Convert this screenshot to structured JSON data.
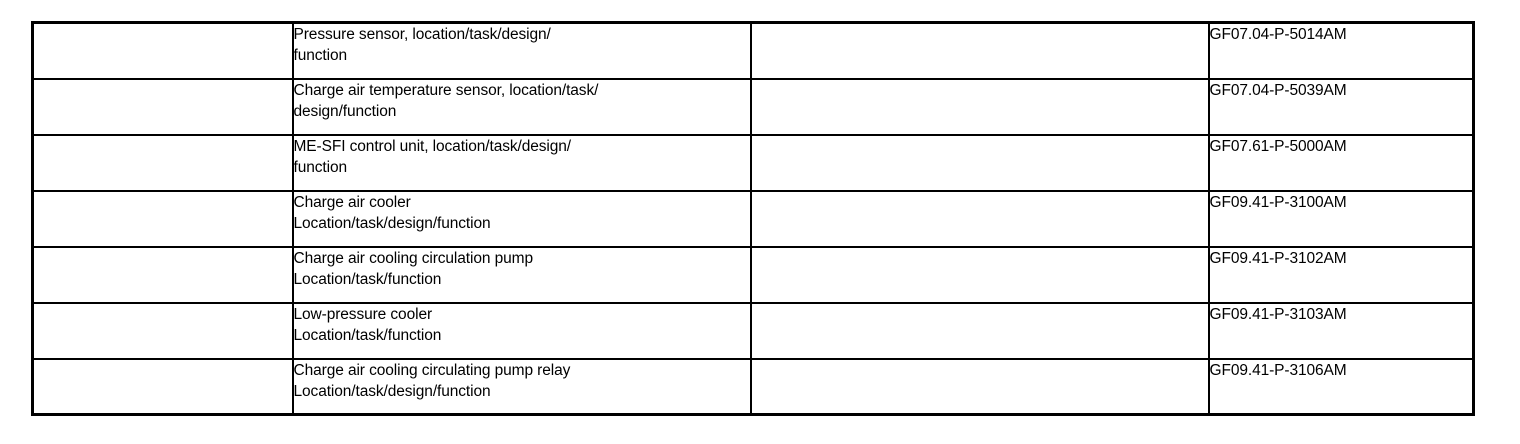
{
  "document": {
    "type": "reference-table",
    "background_color": "#ffffff",
    "text_color": "#000000",
    "border_color": "#000000"
  },
  "table": {
    "column_count": 4,
    "row_count": 7,
    "columns": [
      {
        "key": "index",
        "label": "",
        "content": "empty"
      },
      {
        "key": "description",
        "label": "",
        "content": "text"
      },
      {
        "key": "spacer",
        "label": "",
        "content": "empty"
      },
      {
        "key": "code",
        "label": "",
        "content": "document-number"
      }
    ],
    "rows": [
      {
        "index": "",
        "description": "Pressure sensor, location/task/design/\nfunction",
        "spacer": "",
        "code": "GF07.04-P-5014AM"
      },
      {
        "index": "",
        "description": "Charge air temperature sensor, location/task/\ndesign/function",
        "spacer": "",
        "code": "GF07.04-P-5039AM"
      },
      {
        "index": "",
        "description": "ME-SFI control unit, location/task/design/\nfunction",
        "spacer": "",
        "code": "GF07.61-P-5000AM"
      },
      {
        "index": "",
        "description": "Charge air cooler\nLocation/task/design/function",
        "spacer": "",
        "code": "GF09.41-P-3100AM"
      },
      {
        "index": "",
        "description": "Charge air cooling circulation pump\nLocation/task/function",
        "spacer": "",
        "code": "GF09.41-P-3102AM"
      },
      {
        "index": "",
        "description": "Low-pressure cooler\nLocation/task/function",
        "spacer": "",
        "code": "GF09.41-P-3103AM"
      },
      {
        "index": "",
        "description": "Charge air cooling circulating pump relay\nLocation/task/design/function",
        "spacer": "",
        "code": "GF09.41-P-3106AM"
      }
    ]
  }
}
